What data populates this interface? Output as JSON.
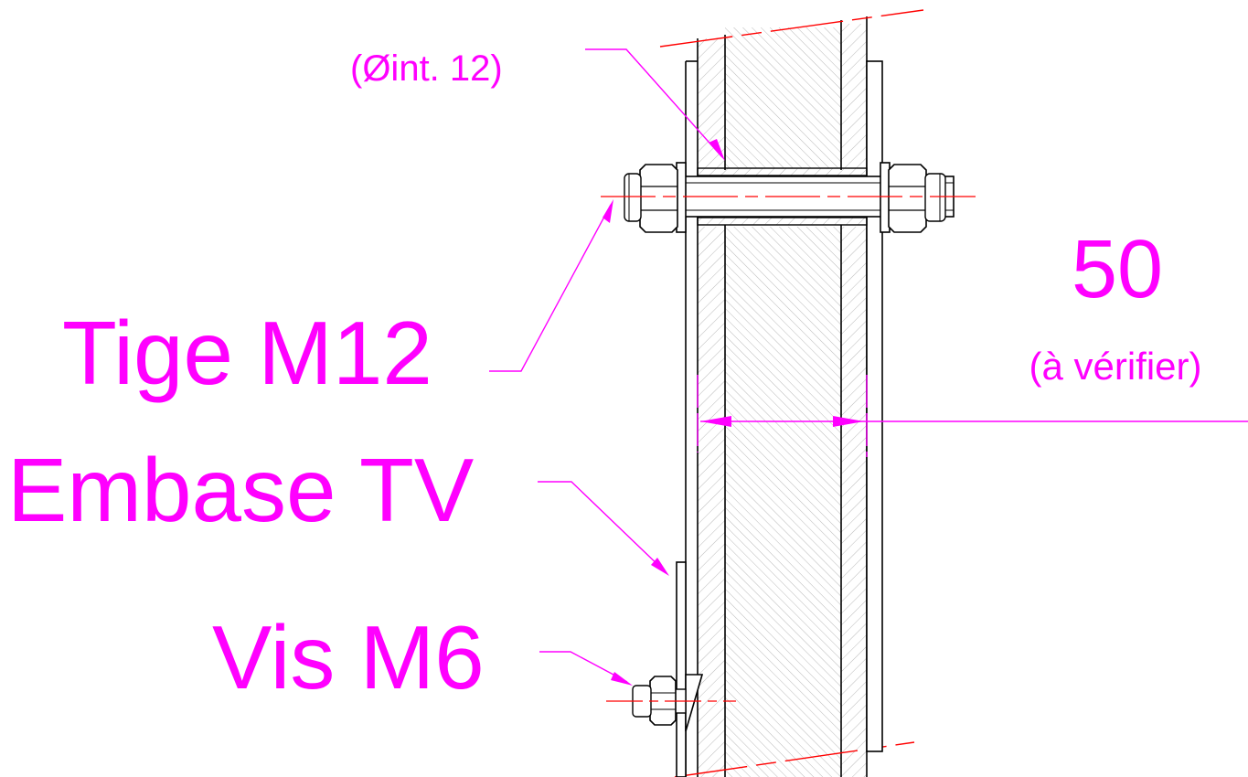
{
  "labels": {
    "bore": "(Øint. 12)",
    "rod": "Tige M12",
    "base": "Embase TV",
    "screw": "Vis M6",
    "dimension_value": "50",
    "dimension_note": "(à vérifier)"
  },
  "colors": {
    "annotation": "#ff00ff",
    "centerline": "#ff0000",
    "outline": "#000000",
    "hatch": "#9a9a9a",
    "background": "#ffffff"
  }
}
